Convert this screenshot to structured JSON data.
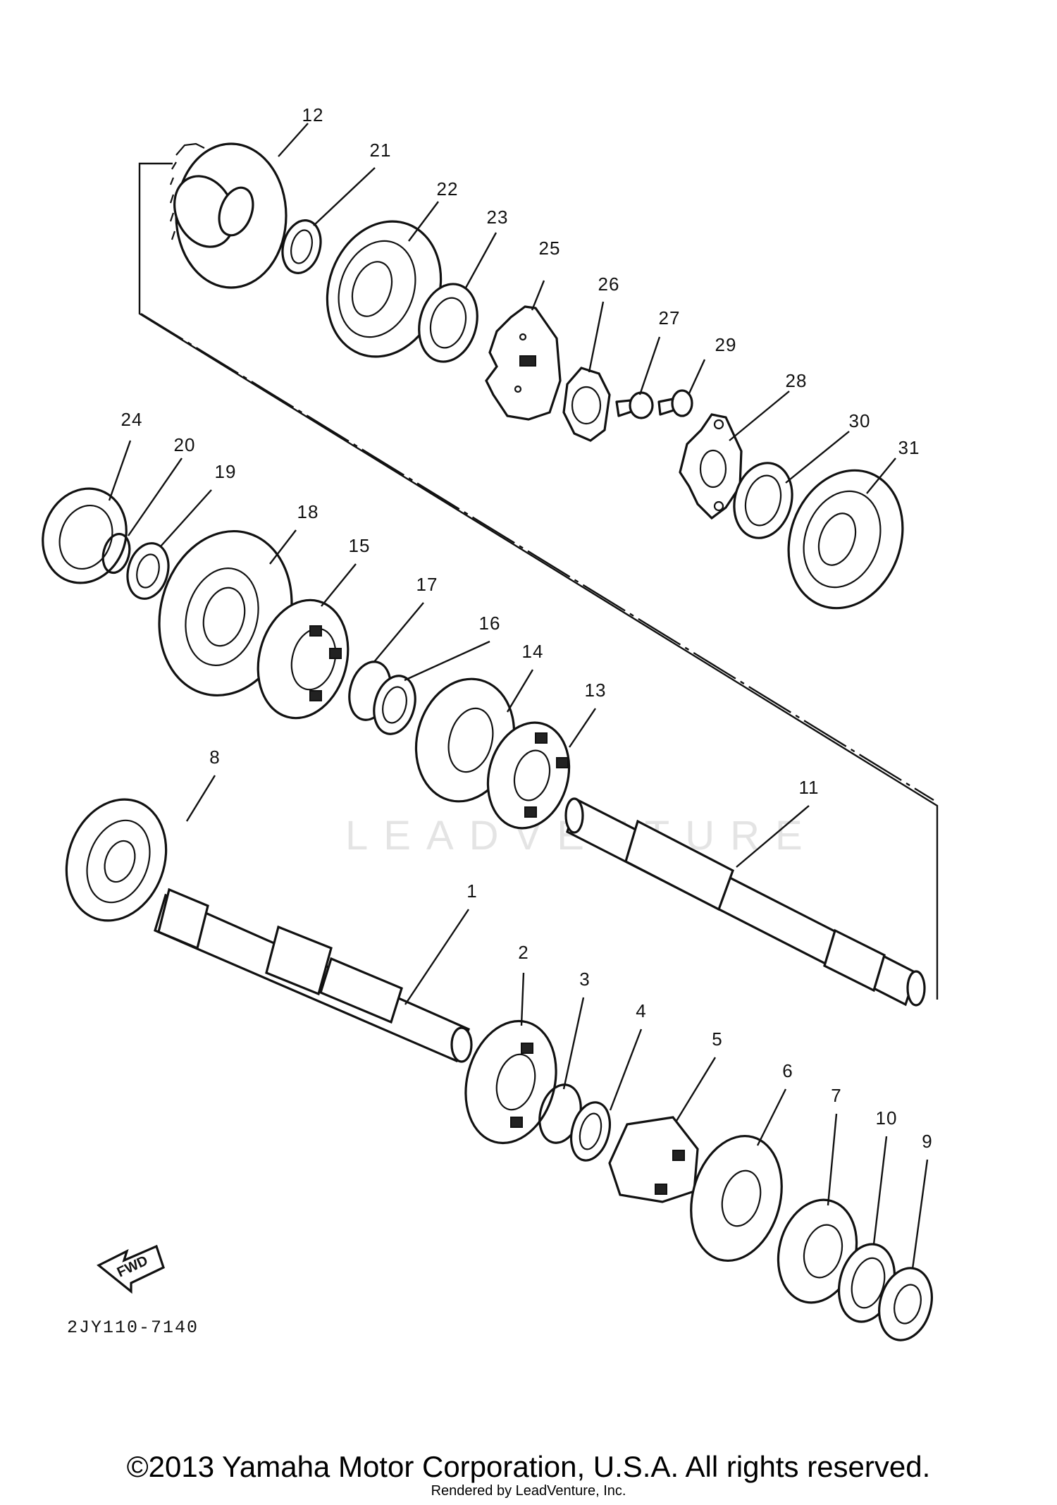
{
  "diagram": {
    "callouts": [
      "1",
      "2",
      "3",
      "4",
      "5",
      "6",
      "7",
      "8",
      "9",
      "10",
      "11",
      "12",
      "13",
      "14",
      "15",
      "16",
      "17",
      "18",
      "19",
      "20",
      "21",
      "22",
      "23",
      "24",
      "25",
      "26",
      "27",
      "28",
      "29",
      "30",
      "31"
    ],
    "fwd_label": "FWD",
    "diagram_code": "2JY110-7140",
    "watermark": "LEADVENTURE"
  },
  "footer": {
    "copyright": "©2013 Yamaha Motor Corporation, U.S.A. All rights reserved.",
    "rendered_by": "Rendered by LeadVenture, Inc."
  }
}
